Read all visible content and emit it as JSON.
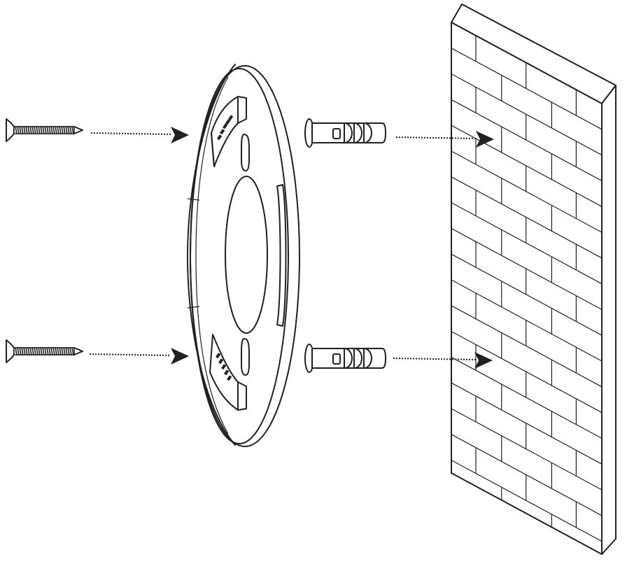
{
  "diagram": {
    "kind": "exploded-mounting-illustration",
    "colors": {
      "ink": "#231f20",
      "background": "#ffffff"
    },
    "parts": [
      {
        "id": "screw-top",
        "icon": "screw-icon"
      },
      {
        "id": "screw-bottom",
        "icon": "screw-icon"
      },
      {
        "id": "mounting-bracket",
        "icon": "mounting-plate-icon"
      },
      {
        "id": "anchor-top",
        "icon": "wall-anchor-icon"
      },
      {
        "id": "anchor-bottom",
        "icon": "wall-anchor-icon"
      },
      {
        "id": "brick-wall",
        "icon": "brick-wall-icon"
      }
    ],
    "arrows": [
      {
        "from": "screw-top",
        "to": "mounting-bracket"
      },
      {
        "from": "screw-bottom",
        "to": "mounting-bracket"
      },
      {
        "from": "anchor-top",
        "to": "brick-wall"
      },
      {
        "from": "anchor-bottom",
        "to": "brick-wall"
      }
    ]
  }
}
